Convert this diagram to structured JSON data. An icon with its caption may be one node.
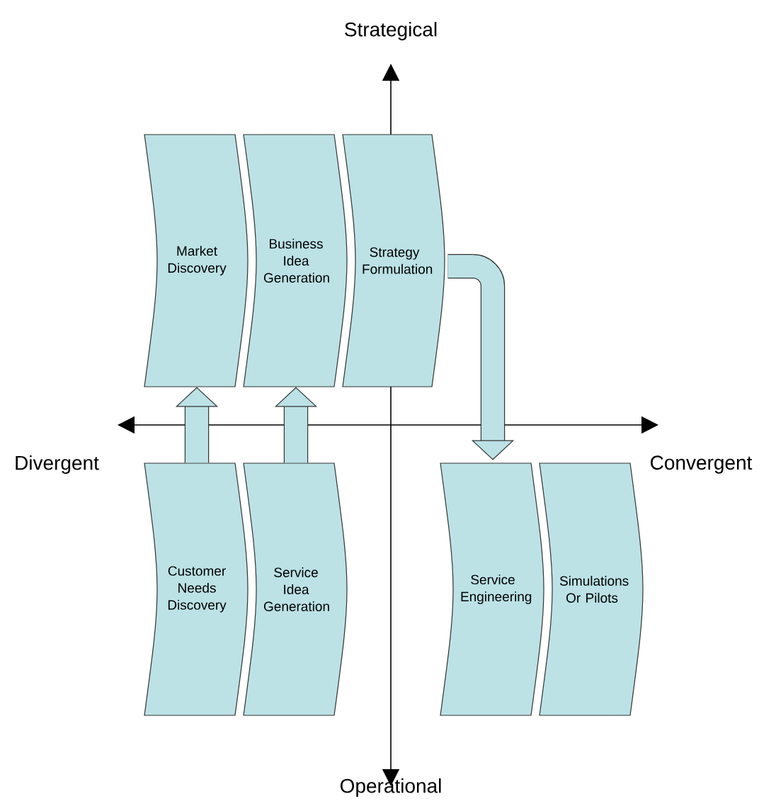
{
  "diagram": {
    "nodes": [
      {
        "text": [
          "Market Discovery"
        ]
      },
      {
        "text": [
          "Business Idea Generation"
        ]
      },
      {
        "text": [
          "Strategy Formulation"
        ]
      },
      {
        "text": [
          "Customer Needs Discovery"
        ]
      },
      {
        "text": [
          "Service Idea Generation"
        ]
      },
      {
        "text": [
          "Service Engineering"
        ]
      },
      {
        "text": [
          "Simulations Or Pilots"
        ]
      }
    ],
    "edges": [
      {
        "from": 3,
        "to": 0,
        "arrow": "to"
      },
      {
        "from": 4,
        "to": 1,
        "arrow": "to"
      },
      {
        "from": 2,
        "to": 5,
        "arrow": "to"
      }
    ],
    "labels": [
      "Strategical",
      "Divergent",
      "Convergent",
      "Operational"
    ]
  }
}
